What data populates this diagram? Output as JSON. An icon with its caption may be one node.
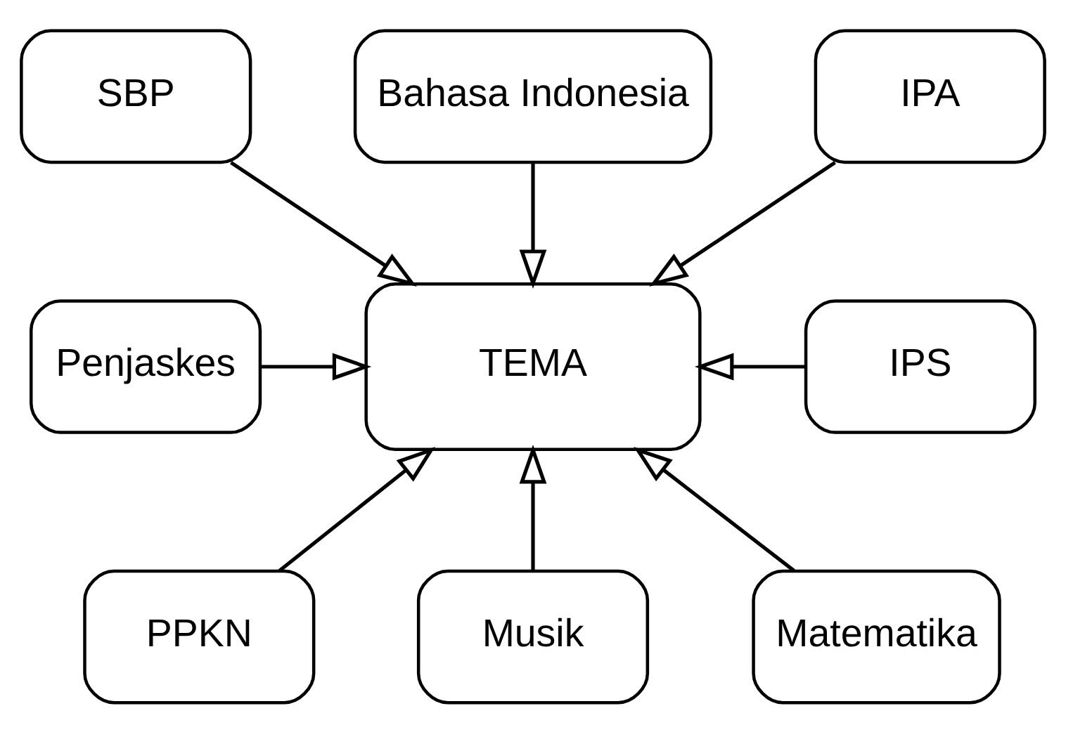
{
  "diagram": {
    "nodes": [
      {
        "text": [
          "SBP"
        ]
      },
      {
        "text": [
          "Bahasa Indonesia"
        ]
      },
      {
        "text": [
          "IPA"
        ]
      },
      {
        "text": [
          "Penjaskes"
        ]
      },
      {
        "text": [
          "TEMA"
        ]
      },
      {
        "text": [
          "IPS"
        ]
      },
      {
        "text": [
          "PPKN"
        ]
      },
      {
        "text": [
          "Musik"
        ]
      },
      {
        "text": [
          "Matematika"
        ]
      }
    ],
    "edges": [
      {
        "from": 0,
        "to": 4,
        "arrow": "to"
      },
      {
        "from": 1,
        "to": 4,
        "arrow": "to"
      },
      {
        "from": 2,
        "to": 4,
        "arrow": "to"
      },
      {
        "from": 3,
        "to": 4,
        "arrow": "to"
      },
      {
        "from": 5,
        "to": 4,
        "arrow": "to"
      },
      {
        "from": 6,
        "to": 4,
        "arrow": "to"
      },
      {
        "from": 7,
        "to": 4,
        "arrow": "to"
      },
      {
        "from": 8,
        "to": 4,
        "arrow": "to"
      }
    ]
  }
}
